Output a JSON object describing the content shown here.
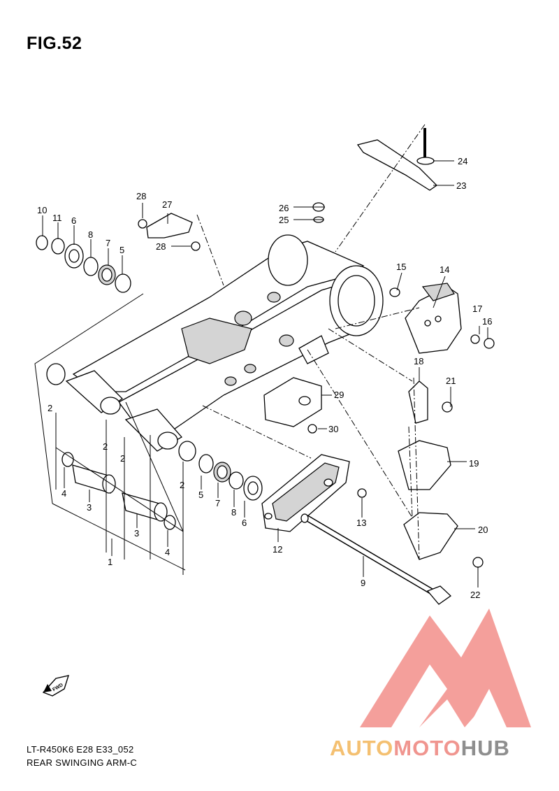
{
  "figure": {
    "title": "FIG.52",
    "model_code": "LT-R450K6 E28 E33_052",
    "caption": "REAR SWINGING ARM-C"
  },
  "fwd_badge": "FWD",
  "watermark": {
    "part1": "AUTO",
    "part2": "MOTO",
    "part3": "HUB",
    "colors": {
      "auto": "#f4c071",
      "moto": "#f0958f",
      "hub": "#8e8e8e",
      "logo": "#f07a74"
    }
  },
  "callouts": {
    "c1": "1",
    "c2a": "2",
    "c2b": "2",
    "c2c": "2",
    "c2d": "2",
    "c3a": "3",
    "c3b": "3",
    "c4a": "4",
    "c4b": "4",
    "c5a": "5",
    "c5b": "5",
    "c6a": "6",
    "c6b": "6",
    "c7a": "7",
    "c7b": "7",
    "c8a": "8",
    "c8b": "8",
    "c9": "9",
    "c10": "10",
    "c11": "11",
    "c12": "12",
    "c13": "13",
    "c14": "14",
    "c15": "15",
    "c16": "16",
    "c17": "17",
    "c18": "18",
    "c19": "19",
    "c20": "20",
    "c21": "21",
    "c22": "22",
    "c23": "23",
    "c24": "24",
    "c25": "25",
    "c26": "26",
    "c27": "27",
    "c28a": "28",
    "c28b": "28",
    "c29": "29",
    "c30": "30"
  }
}
